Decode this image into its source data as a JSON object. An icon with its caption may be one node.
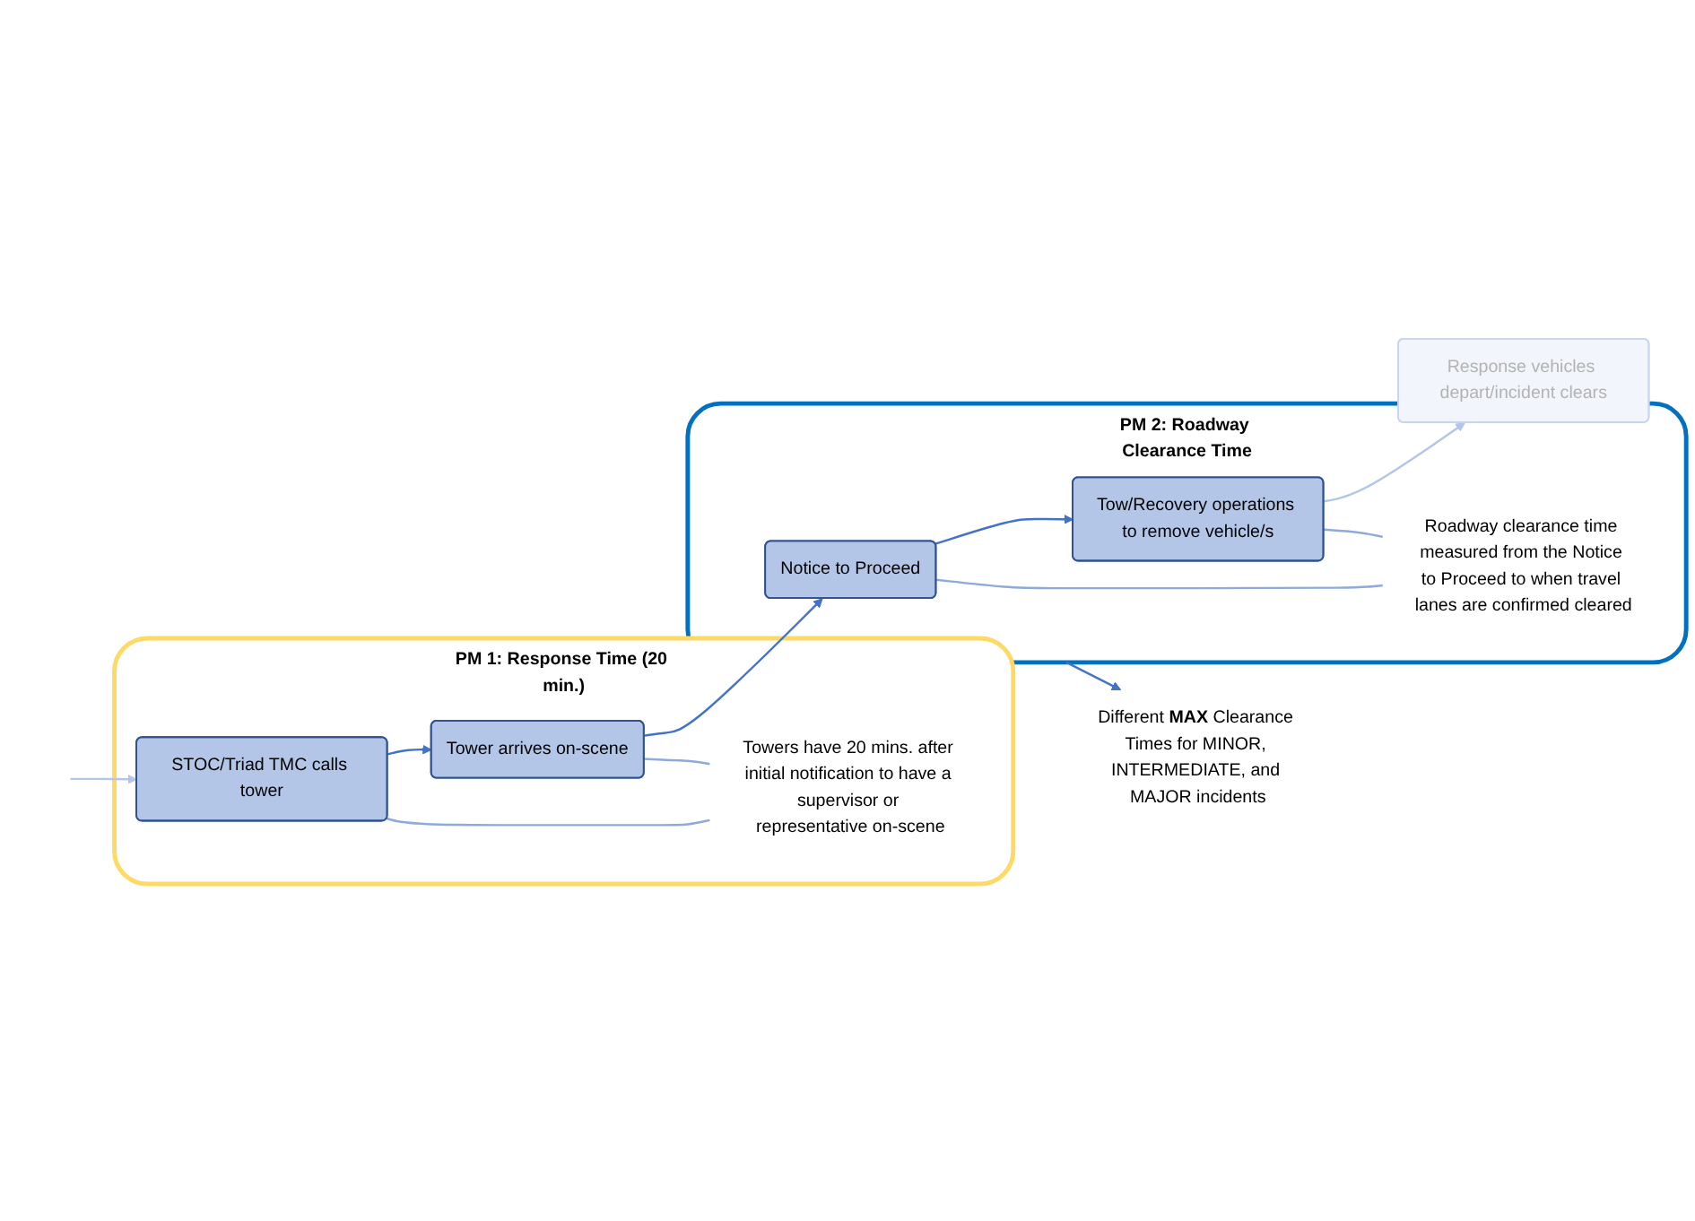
{
  "diagram": {
    "nodes": [
      {
        "text": [
          "PM 1: Response Time (20 min.)"
        ]
      },
      {
        "text": [
          "STOC/Triad TMC calls tower"
        ],
        "in": 0
      },
      {
        "text": [
          "Tower arrives on-scene"
        ],
        "in": 0
      },
      {
        "text": [
          "Towers have 20 mins. after initial notification to have a supervisor or representative on-scene"
        ],
        "in": 0
      },
      {
        "text": [
          "PM 2: Roadway Clearance Time"
        ]
      },
      {
        "text": [
          "Notice to Proceed"
        ],
        "in": 4
      },
      {
        "text": [
          "Tow/Recovery operations to remove vehicle/s"
        ],
        "in": 4
      },
      {
        "text": [
          "Roadway clearance time measured from the Notice to Proceed to when travel lanes are confirmed cleared"
        ],
        "in": 4
      },
      {
        "text": [
          "Response vehicles depart/incident clears"
        ]
      },
      {
        "text": [
          "Different **MAX** Clearance Times for MINOR, INTERMEDIATE, and MAJOR incidents"
        ]
      }
    ],
    "edges": [
      {
        "from": null,
        "to": 1,
        "arrow": "to",
        "color": "#b4c6e7"
      },
      {
        "from": 1,
        "to": 2,
        "arrow": "to"
      },
      {
        "from": 2,
        "to": 5,
        "arrow": "to"
      },
      {
        "from": 5,
        "to": 6,
        "arrow": "to"
      },
      {
        "from": 6,
        "to": 8,
        "arrow": "to",
        "color": "#b4c6e7"
      },
      {
        "from": 1,
        "to": 3,
        "arrow": "none",
        "color": "#8eaadb"
      },
      {
        "from": 2,
        "to": 3,
        "arrow": "none",
        "color": "#8eaadb"
      },
      {
        "from": 5,
        "to": 7,
        "arrow": "none",
        "color": "#8eaadb"
      },
      {
        "from": 6,
        "to": 7,
        "arrow": "none",
        "color": "#8eaadb"
      },
      {
        "from": 4,
        "to": 9,
        "arrow": "to"
      }
    ]
  }
}
